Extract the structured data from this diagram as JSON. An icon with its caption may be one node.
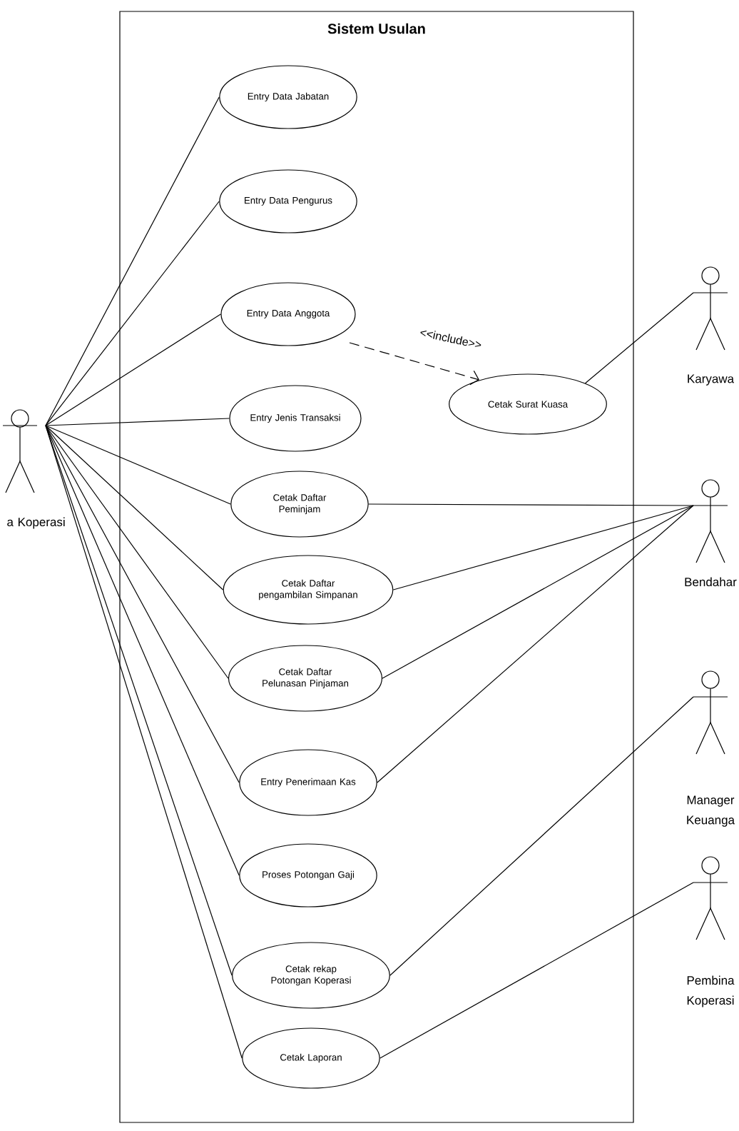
{
  "diagram": {
    "nodes": [
      {
        "text": [
          "Sistem Usulan"
        ]
      },
      {
        "text": [
          "Entry Data Jabatan"
        ],
        "in": 0
      },
      {
        "text": [
          "Entry Data Pengurus"
        ],
        "in": 0
      },
      {
        "text": [
          "Entry Data Anggota"
        ],
        "in": 0
      },
      {
        "text": [
          "Cetak Surat Kuasa"
        ],
        "in": 0
      },
      {
        "text": [
          "Entry Jenis Transaksi"
        ],
        "in": 0
      },
      {
        "text": [
          "Cetak Daftar Peminjam"
        ],
        "in": 0
      },
      {
        "text": [
          "Cetak Daftar pengambilan Simpanan"
        ],
        "in": 0
      },
      {
        "text": [
          "Cetak Daftar Pelunasan Pinjaman"
        ],
        "in": 0
      },
      {
        "text": [
          "Entry Penerimaan Kas"
        ],
        "in": 0
      },
      {
        "text": [
          "Proses Potongan Gaji"
        ],
        "in": 0
      },
      {
        "text": [
          "Cetak rekap Potongan Koperasi"
        ],
        "in": 0
      },
      {
        "text": [
          "Cetak Laporan"
        ],
        "in": 0
      },
      {
        "text": [
          "a Koperasi"
        ]
      },
      {
        "text": [
          "Karyawa"
        ]
      },
      {
        "text": [
          "Bendahar"
        ]
      },
      {
        "text": [
          "Manager Keuanga"
        ]
      },
      {
        "text": [
          "Pembina Koperasi"
        ]
      }
    ],
    "edges": [
      {
        "from": 13,
        "to": 1,
        "arrow": "none"
      },
      {
        "from": 13,
        "to": 2,
        "arrow": "none"
      },
      {
        "from": 13,
        "to": 3,
        "arrow": "none"
      },
      {
        "from": 13,
        "to": 5,
        "arrow": "none"
      },
      {
        "from": 13,
        "to": 6,
        "arrow": "none"
      },
      {
        "from": 13,
        "to": 7,
        "arrow": "none"
      },
      {
        "from": 13,
        "to": 8,
        "arrow": "none"
      },
      {
        "from": 13,
        "to": 9,
        "arrow": "none"
      },
      {
        "from": 13,
        "to": 10,
        "arrow": "none"
      },
      {
        "from": 13,
        "to": 11,
        "arrow": "none"
      },
      {
        "from": 13,
        "to": 12,
        "arrow": "none"
      },
      {
        "from": 3,
        "to": 4,
        "arrow": "to",
        "label": "<<include>>",
        "style": "dashed"
      },
      {
        "from": 14,
        "to": 4,
        "arrow": "none"
      },
      {
        "from": 15,
        "to": 6,
        "arrow": "none"
      },
      {
        "from": 15,
        "to": 7,
        "arrow": "none"
      },
      {
        "from": 15,
        "to": 8,
        "arrow": "none"
      },
      {
        "from": 15,
        "to": 9,
        "arrow": "none"
      },
      {
        "from": 16,
        "to": 11,
        "arrow": "none"
      },
      {
        "from": 17,
        "to": 12,
        "arrow": "none"
      }
    ]
  }
}
